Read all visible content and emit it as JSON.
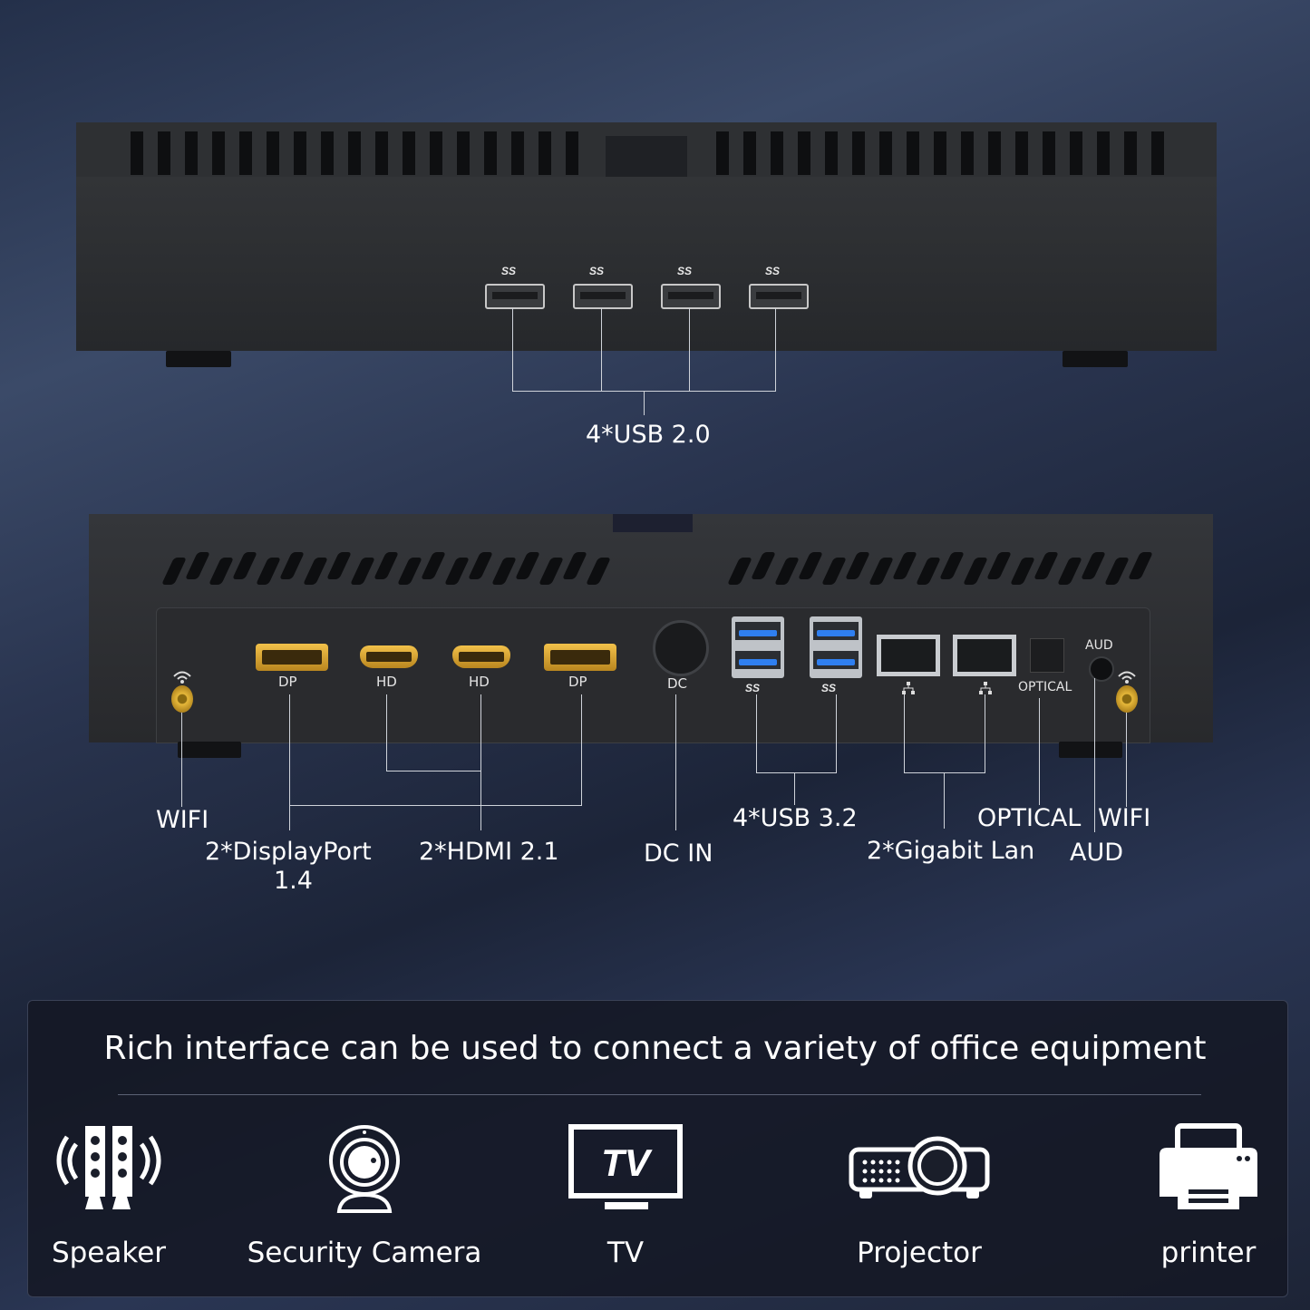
{
  "top_view": {
    "port_icon_text": "SS",
    "usb_ports_count": 4,
    "callout": "4*USB 2.0"
  },
  "rear_view": {
    "port_labels": {
      "dp_left": "DP",
      "hd_1": "HD",
      "hd_2": "HD",
      "dp_right": "DP",
      "dc": "DC",
      "usb_ss_1": "SS",
      "usb_ss_2": "SS",
      "optical": "OPTICAL",
      "aud": "AUD"
    },
    "callouts": {
      "wifi_left": "WIFI",
      "displayport_line1": "2*DisplayPort",
      "displayport_line2": "1.4",
      "hdmi": "2*HDMI 2.1",
      "dc_in": "DC IN",
      "usb32": "4*USB 3.2",
      "lan": "2*Gigabit Lan",
      "optical": "OPTICAL",
      "wifi_right": "WIFI",
      "aud": "AUD"
    }
  },
  "devices_card": {
    "headline": "Rich interface can be used to connect a variety of office equipment",
    "devices": [
      {
        "label": "Speaker",
        "icon": "speaker-icon"
      },
      {
        "label": "Security Camera",
        "icon": "webcam-icon"
      },
      {
        "label": "TV",
        "icon": "tv-icon",
        "icon_text": "TV"
      },
      {
        "label": "Projector",
        "icon": "projector-icon"
      },
      {
        "label": "printer",
        "icon": "printer-icon"
      }
    ]
  },
  "colors": {
    "background": "#2a3550",
    "chassis": "#2b2d30",
    "gold_ports": "#e0aa35",
    "usb3_blue": "#2f7ff0",
    "callout_lines": "#cfd3da"
  }
}
